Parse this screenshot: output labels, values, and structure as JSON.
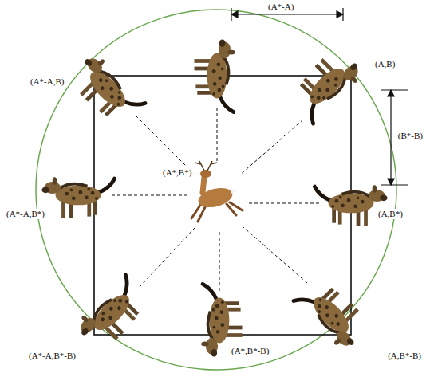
{
  "diagram": {
    "labels": [
      "(A*-A)",
      "(A,B)",
      "(B*-B)",
      "(A*-A,B)",
      "(A*,B*)",
      "(A*-A,B*)",
      "(A,B*)",
      "(A*-A,B*-B)",
      "(A*,B*-B)",
      "(A,B*-B)"
    ]
  }
}
